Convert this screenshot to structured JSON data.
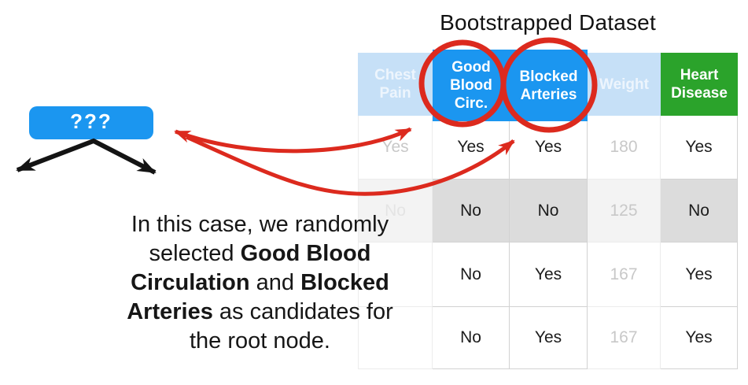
{
  "title": "Bootstrapped Dataset",
  "node": {
    "label": "???"
  },
  "caption": {
    "lines": [
      [
        {
          "t": "In this case, we randomly",
          "b": false
        }
      ],
      [
        {
          "t": "selected ",
          "b": false
        },
        {
          "t": "Good Blood",
          "b": true
        }
      ],
      [
        {
          "t": "Circulation",
          "b": true
        },
        {
          "t": " and ",
          "b": false
        },
        {
          "t": "Blocked",
          "b": true
        }
      ],
      [
        {
          "t": "Arteries",
          "b": true
        },
        {
          "t": " as candidates for",
          "b": false
        }
      ],
      [
        {
          "t": "the root node.",
          "b": false
        }
      ]
    ]
  },
  "table": {
    "columns": [
      {
        "id": "chest-pain",
        "label": "Chest Pain",
        "state": "faded"
      },
      {
        "id": "good-blood-circ",
        "label": "Good Blood Circ.",
        "state": "selected"
      },
      {
        "id": "blocked-arteries",
        "label": "Blocked Arteries",
        "state": "selected"
      },
      {
        "id": "weight",
        "label": "Weight",
        "state": "faded"
      },
      {
        "id": "heart-disease",
        "label": "Heart Disease",
        "state": "outcome"
      }
    ],
    "rows": [
      {
        "cells": [
          "Yes",
          "Yes",
          "Yes",
          "180",
          "Yes"
        ],
        "shaded": false
      },
      {
        "cells": [
          "No",
          "No",
          "No",
          "125",
          "No"
        ],
        "shaded": true
      },
      {
        "cells": [
          "",
          "No",
          "Yes",
          "167",
          "Yes"
        ],
        "shaded": false
      },
      {
        "cells": [
          "",
          "No",
          "Yes",
          "167",
          "Yes"
        ],
        "shaded": false
      }
    ]
  },
  "annotations": {
    "circled_columns": [
      "Good Blood Circ.",
      "Blocked Arteries"
    ]
  },
  "colors": {
    "accent_blue": "#1b96f0",
    "light_blue": "#c6e0f7",
    "green": "#2ba32b",
    "red": "#dc2a1e",
    "row_gray": "#dcdcdc",
    "faded_text": "#c8c8c8",
    "text": "#1c1c1c"
  }
}
